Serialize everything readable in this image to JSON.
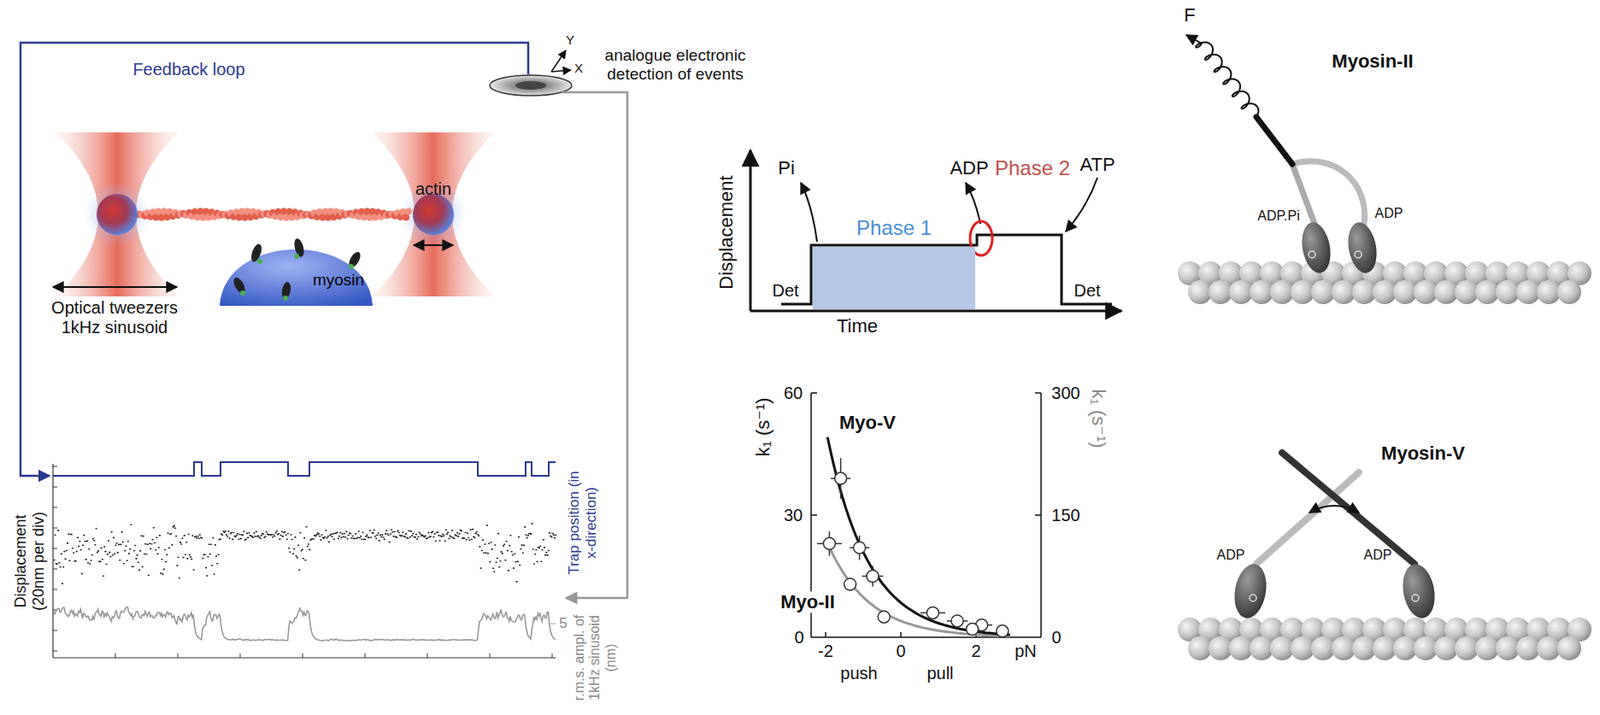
{
  "diagram": {
    "nodes": [
      {
        "text": [
          "Phase 1"
        ]
      }
    ],
    "labels": [
      "Feedback loop",
      "analogue electronic detection of events",
      "X",
      "Y",
      "actin",
      "myosin",
      "Optical tweezers 1kHz sinusoid",
      "Displacement (20nm per div)",
      "Trap position (in x-direction)",
      "r.m.s. ampl. of 1kHz sinusoid (nm)",
      "5",
      "Displacement",
      "Time",
      "Pi",
      "ADP",
      "Phase 2",
      "ATP",
      "Det",
      "Det",
      "k₁ (s⁻¹)",
      "k₁ (s⁻¹)",
      "60",
      "30",
      "0",
      "300",
      "150",
      "0",
      "-2",
      "0",
      "2",
      "push",
      "pull",
      "pN",
      "Myo-V",
      "Myo-II",
      "F",
      "Myosin-II",
      "ADP.Pi",
      "ADP",
      "Myosin-V",
      "ADP",
      "ADP"
    ]
  }
}
